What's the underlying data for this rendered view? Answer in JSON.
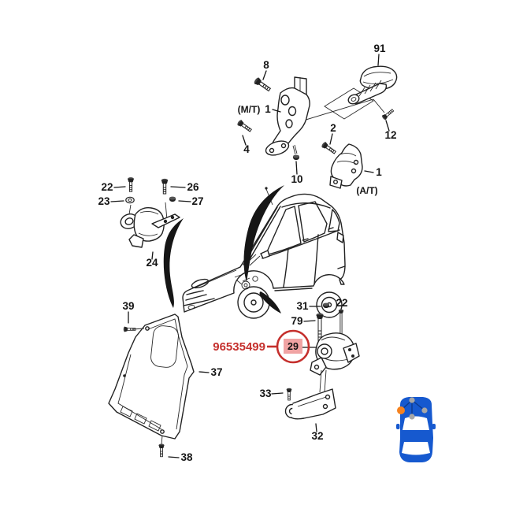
{
  "labels": {
    "top": {
      "bolt8": "8",
      "insulator91": "91",
      "mt": "(M/T)",
      "bracket1mt": "1",
      "bolt4": "4",
      "stud10": "10",
      "bolt2": "2",
      "bolt12": "12",
      "bracket1at": "1",
      "at": "(A/T)"
    },
    "left": {
      "bolt22": "22",
      "washer23": "23",
      "bolt26": "26",
      "nut27": "27",
      "mount24": "24"
    },
    "shield": {
      "bolt39": "39",
      "panel37": "37",
      "bolt38": "38"
    },
    "right": {
      "nut31": "31",
      "bolt79": "79",
      "bolt22": "22",
      "callout29": "29",
      "part_number": "96535499"
    },
    "bottom": {
      "bolt33": "33",
      "bracket32": "32"
    }
  },
  "colors": {
    "ink": "#222222",
    "red": "#c5302d",
    "pink": "#f0a3a3",
    "blue": "#1659cf",
    "orange": "#f5821f",
    "dot_gray": "#a7a7a7"
  }
}
